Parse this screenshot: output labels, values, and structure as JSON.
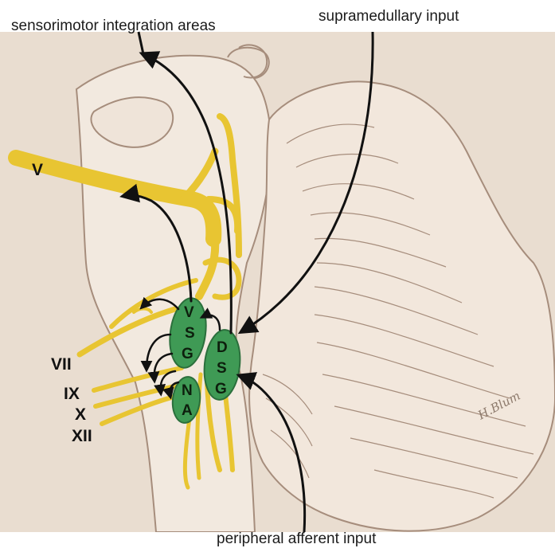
{
  "labels": {
    "top_left": "sensorimotor integration areas",
    "top_right": "supramedullary input",
    "bottom": "peripheral afferent input"
  },
  "nerves": {
    "v": "V",
    "vii": "VII",
    "ix": "IX",
    "x": "X",
    "xii": "XII"
  },
  "nuclei": {
    "vsg": [
      "V",
      "S",
      "G"
    ],
    "dsg": [
      "D",
      "S",
      "G"
    ],
    "na": [
      "N",
      "A"
    ]
  },
  "signature": "H.Blum",
  "colors": {
    "background": "#e9ddd0",
    "tissue": "#f2e9df",
    "outline": "#a68d7c",
    "nerve": "#e8c532",
    "nucleus": "#3f9a55",
    "arrow": "#111111"
  }
}
